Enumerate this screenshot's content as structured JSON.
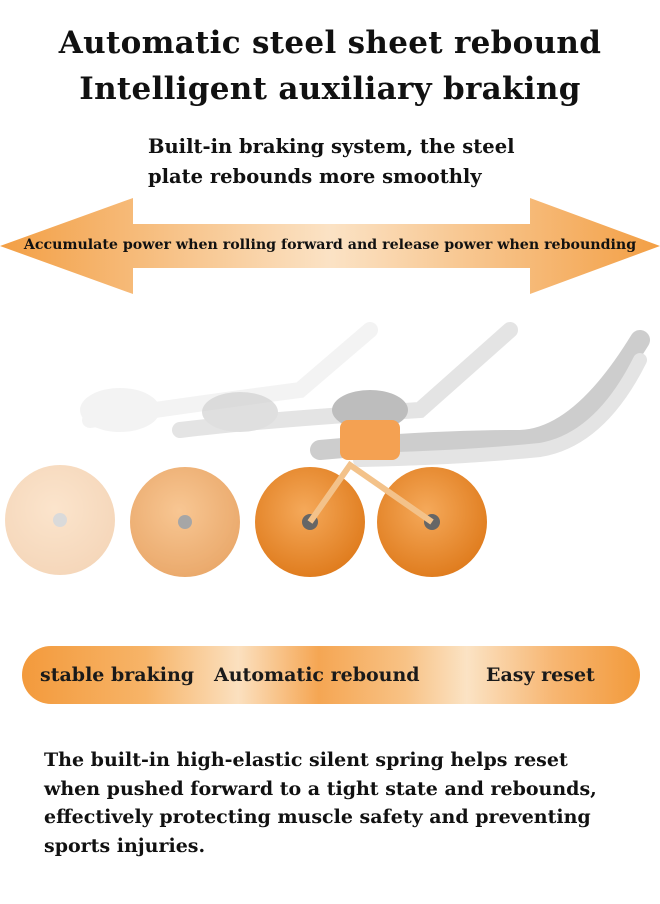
{
  "title_lines": [
    "Automatic steel sheet rebound",
    "Intelligent auxiliary braking"
  ],
  "subtitle_lines": [
    "Built-in braking system, the steel",
    "plate rebounds more smoothly"
  ],
  "arrow_caption": "Accumulate power when rolling forward and release power when rebounding",
  "features": [
    "stable braking",
    "Automatic rebound",
    "Easy reset"
  ],
  "description_lines": [
    "The built-in high-elastic silent spring helps reset",
    "when pushed forward to a tight state and rebounds,",
    "effectively protecting muscle safety and preventing",
    "sports injuries."
  ],
  "colors": {
    "accent_orange": "#f29a3b",
    "wheel_orange": "#e8872a",
    "frame_gray": "#cfcfcf",
    "text": "#111111"
  }
}
